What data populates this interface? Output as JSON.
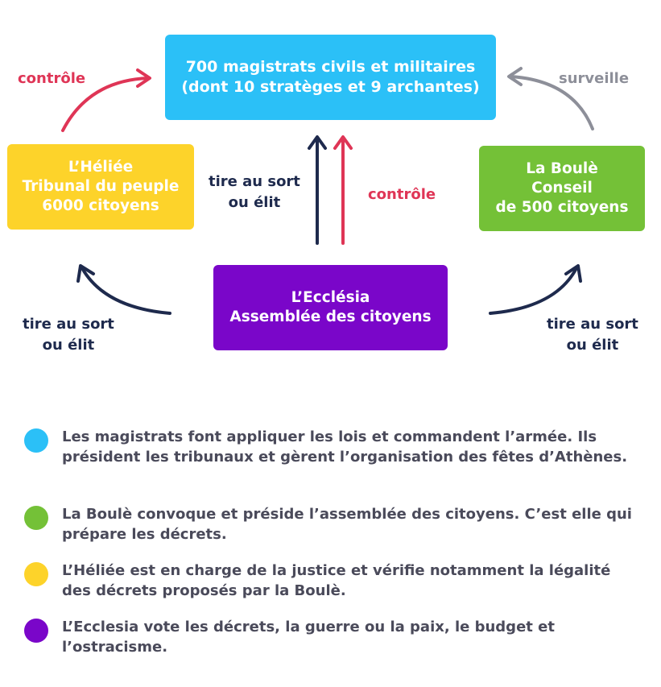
{
  "colors": {
    "magistrats": "#2bc0f7",
    "heliee": "#fdd32a",
    "boule": "#74c137",
    "ecclesia": "#7a06c9",
    "navy_arrow": "#1e2a4d",
    "red_arrow": "#df3556",
    "gray_arrow": "#8d8f99"
  },
  "boxes": {
    "magistrats": {
      "line1": "700 magistrats civils et militaires",
      "line2": "(dont 10 stratèges et 9 archantes)"
    },
    "heliee": {
      "line1": "L’Héliée",
      "line2": "Tribunal du peuple",
      "line3": "6000 citoyens"
    },
    "boule": {
      "line1": "La Boulè",
      "line2": "Conseil",
      "line3": "de 500 citoyens"
    },
    "ecclesia": {
      "line1": "L’Ecclésia",
      "line2": "Assemblée des citoyens"
    }
  },
  "labels": {
    "controle_left": "contrôle",
    "surveille": "surveille",
    "tire_center_1": "tire au sort",
    "tire_center_2": "ou élit",
    "controle_center": "contrôle",
    "tire_left_1": "tire au sort",
    "tire_left_2": "ou élit",
    "tire_right_1": "tire au sort",
    "tire_right_2": "ou élit"
  },
  "legend": [
    {
      "color": "#2bc0f7",
      "text": "Les magistrats font appliquer les lois et commandent l’armée. Ils président les tribunaux et gèrent l’organisation des fêtes d’Athènes."
    },
    {
      "color": "#74c137",
      "text": "La Boulè convoque et préside l’assemblée des citoyens. C’est elle qui prépare les décrets."
    },
    {
      "color": "#fdd32a",
      "text": "L’Héliée est en charge de la justice et vérifie notamment la légalité des décrets proposés par la Boulè."
    },
    {
      "color": "#7a06c9",
      "text": "L’Ecclesia vote les décrets, la guerre ou la paix, le budget et l’ostracisme."
    }
  ]
}
